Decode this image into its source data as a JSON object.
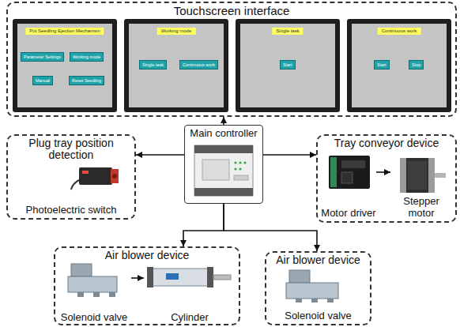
{
  "diagram": {
    "nodes": [
      {
        "text": [
          "Touchscreen interface"
        ]
      },
      {
        "text": [
          "Pot Seedling Ejection Mechanism"
        ],
        "in": 0
      },
      {
        "text": [
          "Parameter Settings"
        ],
        "in": 1
      },
      {
        "text": [
          "Working mode"
        ],
        "in": 1
      },
      {
        "text": [
          "Manual"
        ],
        "in": 1
      },
      {
        "text": [
          "Reset Seedling"
        ],
        "in": 1
      },
      {
        "text": [
          "Working mode"
        ],
        "in": 0
      },
      {
        "text": [
          "Single task"
        ],
        "in": 6
      },
      {
        "text": [
          "Continuous work"
        ],
        "in": 6
      },
      {
        "text": [
          "Single task"
        ],
        "in": 0
      },
      {
        "text": [
          "Start"
        ],
        "in": 9
      },
      {
        "text": [
          "Continuous work"
        ],
        "in": 0
      },
      {
        "text": [
          "Start"
        ],
        "in": 11
      },
      {
        "text": [
          "Stop"
        ],
        "in": 11
      },
      {
        "text": [
          "Plug tray position detection"
        ]
      },
      {
        "text": [
          "Photoelectric switch"
        ],
        "in": 14
      },
      {
        "text": [
          "Main controller"
        ]
      },
      {
        "text": [
          "Tray conveyor device"
        ]
      },
      {
        "text": [
          "Motor driver"
        ],
        "in": 17
      },
      {
        "text": [
          "Stepper motor"
        ],
        "in": 17
      },
      {
        "text": [
          "Air blower device"
        ]
      },
      {
        "text": [
          "Solenoid valve"
        ],
        "in": 20
      },
      {
        "text": [
          "Cylinder"
        ],
        "in": 20
      },
      {
        "text": [
          "Air blower device"
        ]
      },
      {
        "text": [
          "Solenoid valve"
        ],
        "in": 23
      }
    ],
    "edges": [
      {
        "from": 16,
        "to": 0,
        "arrow": "to"
      },
      {
        "from": 16,
        "to": 14,
        "arrow": "to"
      },
      {
        "from": 16,
        "to": 17,
        "arrow": "to"
      },
      {
        "from": 16,
        "to": 20,
        "arrow": "to"
      },
      {
        "from": 16,
        "to": 23,
        "arrow": "to"
      },
      {
        "from": 18,
        "to": 19,
        "arrow": "to"
      },
      {
        "from": 21,
        "to": 22,
        "arrow": "to"
      }
    ]
  }
}
